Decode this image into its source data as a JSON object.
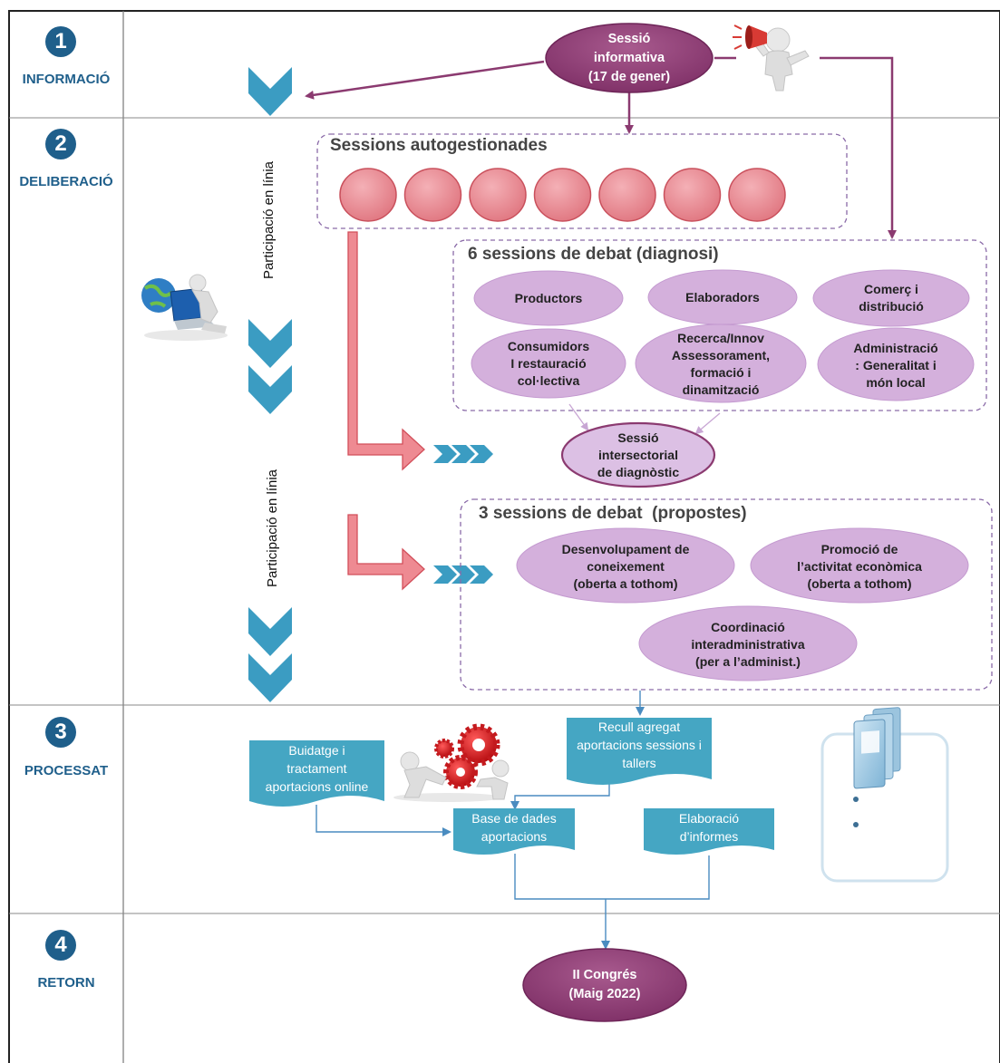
{
  "phases": [
    {
      "number": "1",
      "label": "INFORMACIÓ"
    },
    {
      "number": "2",
      "label": "DELIBERACIÓ"
    },
    {
      "number": "3",
      "label": "PROCESSAT"
    },
    {
      "number": "4",
      "label": "RETORN"
    }
  ],
  "info_session": {
    "line1": "Sessió",
    "line2": "informativa",
    "line3": "(17 de gener)"
  },
  "online_label": "Participació en línia",
  "self_managed": {
    "title": "Sessions autogestionades",
    "circle_count": 7
  },
  "diagnosis": {
    "title": "6 sessions de debat (diagnosi)",
    "sessions": [
      {
        "lines": [
          "Productors"
        ]
      },
      {
        "lines": [
          "Elaboradors"
        ]
      },
      {
        "lines": [
          "Comerç i",
          "distribució"
        ]
      },
      {
        "lines": [
          "Consumidors",
          "I restauració",
          "col·lectiva"
        ]
      },
      {
        "lines": [
          "Recerca/Innov",
          "Assessorament,",
          "formació i",
          "dinamització"
        ]
      },
      {
        "lines": [
          "Administració",
          ": Generalitat i",
          "món local"
        ]
      }
    ]
  },
  "intersectoral": {
    "line1": "Sessió",
    "line2": "intersectorial",
    "line3": "de diagnòstic"
  },
  "proposals": {
    "title": "3 sessions de debat  (propostes)",
    "sessions": [
      {
        "lines": [
          "Desenvolupament de",
          "coneixement",
          "(oberta a tothom)"
        ]
      },
      {
        "lines": [
          "Promoció de",
          "l’activitat econòmica",
          "(oberta a tothom)"
        ]
      },
      {
        "lines": [
          "Coordinació",
          "interadministrativa",
          "(per a l’administ.)"
        ]
      }
    ]
  },
  "processing": {
    "online_docs": {
      "line1": "Buidatge i",
      "line2": "tractament",
      "line3": "aportacions online"
    },
    "aggregate": {
      "line1": "Recull agregat",
      "line2": "aportacions sessions i",
      "line3": "tallers"
    },
    "database": {
      "line1": "Base de dades",
      "line2": "aportacions"
    },
    "reports": {
      "line1": "Elaboració",
      "line2": "d’informes"
    }
  },
  "congress": {
    "line1": "II Congrés",
    "line2": "(Maig 2022)"
  },
  "colors": {
    "phase_blue": "#1f5f8b",
    "chevron_teal": "#3b9cc2",
    "purple_dark": "#8b3a70",
    "lavender": "#d4b0dc",
    "pink_circle": "#e58890",
    "red_arrow": "#e5707a",
    "doc_teal": "#45a6c3",
    "dash_purple": "#8a6aa8"
  },
  "icons": [
    "megaphone-person-icon",
    "globe-laptop-person-icon",
    "gears-person-icon",
    "binders-icon"
  ]
}
